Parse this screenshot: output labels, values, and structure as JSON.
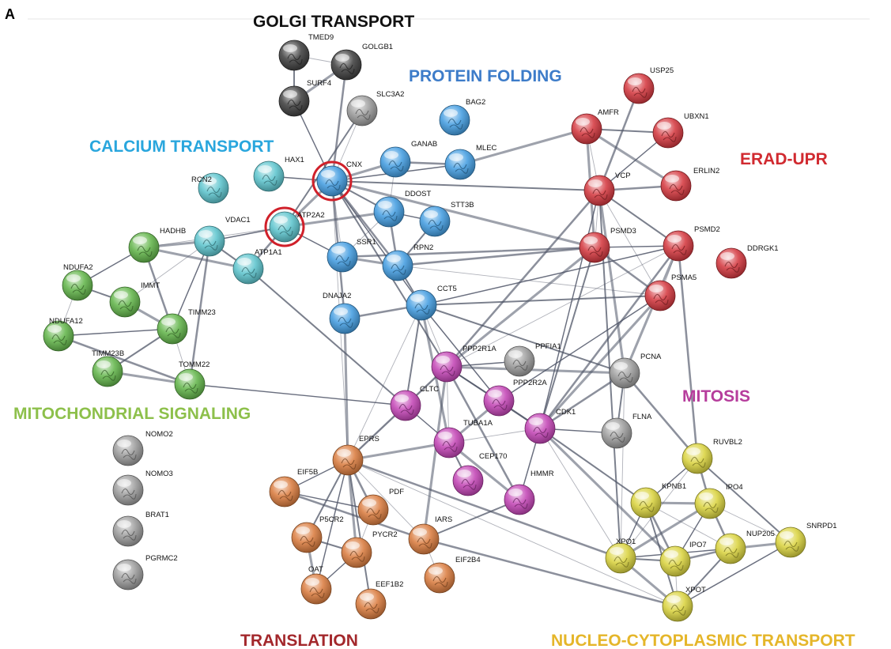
{
  "figure": {
    "panel_letter": "A",
    "groups": [
      {
        "key": "golgi",
        "label": "GOLGI TRANSPORT",
        "color": "#111111"
      },
      {
        "key": "folding",
        "label": "PROTEIN FOLDING",
        "color": "#3d7cc9"
      },
      {
        "key": "calcium",
        "label": "CALCIUM TRANSPORT",
        "color": "#29a6dd"
      },
      {
        "key": "erad",
        "label": "ERAD-UPR",
        "color": "#d12a30"
      },
      {
        "key": "mito",
        "label": "MITOCHONDRIAL SIGNALING",
        "color": "#8dc04b"
      },
      {
        "key": "mitosis",
        "label": "MITOSIS",
        "color": "#b63d9c"
      },
      {
        "key": "translation",
        "label": "TRANSLATION",
        "color": "#a3282c"
      },
      {
        "key": "nucleo",
        "label": "NUCLEO-CYTOPLASMIC TRANSPORT",
        "color": "#e5b62a"
      }
    ],
    "node_colors": {
      "gray": "#9a9a9a",
      "dark": "#3a3a3a",
      "blue": "#3f9be0",
      "cyan": "#59c3cc",
      "red": "#d3333a",
      "green": "#5fb446",
      "magenta": "#c240b4",
      "orange": "#d9793a",
      "yellow": "#d9d23a"
    },
    "nodes": [
      {
        "id": "TMED9",
        "color": "dark"
      },
      {
        "id": "GOLGB1",
        "color": "dark"
      },
      {
        "id": "SURF4",
        "color": "dark"
      },
      {
        "id": "SLC3A2",
        "color": "gray"
      },
      {
        "id": "BAG2",
        "color": "blue"
      },
      {
        "id": "GANAB",
        "color": "blue"
      },
      {
        "id": "MLEC",
        "color": "blue"
      },
      {
        "id": "CNX",
        "color": "blue",
        "highlighted": true
      },
      {
        "id": "HAX1",
        "color": "cyan"
      },
      {
        "id": "RCN2",
        "color": "cyan"
      },
      {
        "id": "DDOST",
        "color": "blue"
      },
      {
        "id": "STT3B",
        "color": "blue"
      },
      {
        "id": "ATP2A2",
        "color": "cyan",
        "highlighted": true
      },
      {
        "id": "VDAC1",
        "color": "cyan"
      },
      {
        "id": "ATP1A1",
        "color": "cyan"
      },
      {
        "id": "SSR1",
        "color": "blue"
      },
      {
        "id": "RPN2",
        "color": "blue"
      },
      {
        "id": "CCT5",
        "color": "blue"
      },
      {
        "id": "DNAJA2",
        "color": "blue"
      },
      {
        "id": "HADHB",
        "color": "green"
      },
      {
        "id": "NDUFA2",
        "color": "green"
      },
      {
        "id": "IMMT",
        "color": "green"
      },
      {
        "id": "NDUFA12",
        "color": "green"
      },
      {
        "id": "TIMM23",
        "color": "green"
      },
      {
        "id": "TIMM23B",
        "color": "green"
      },
      {
        "id": "TOMM22",
        "color": "green"
      },
      {
        "id": "USP25",
        "color": "red"
      },
      {
        "id": "AMFR",
        "color": "red"
      },
      {
        "id": "UBXN1",
        "color": "red"
      },
      {
        "id": "VCP",
        "color": "red"
      },
      {
        "id": "ERLIN2",
        "color": "red"
      },
      {
        "id": "PSMD3",
        "color": "red"
      },
      {
        "id": "PSMD2",
        "color": "red"
      },
      {
        "id": "DDRGK1",
        "color": "red"
      },
      {
        "id": "PSMA5",
        "color": "red"
      },
      {
        "id": "PPP2R1A",
        "color": "magenta"
      },
      {
        "id": "PPFIA1",
        "color": "gray"
      },
      {
        "id": "PCNA",
        "color": "gray"
      },
      {
        "id": "CLTC",
        "color": "magenta"
      },
      {
        "id": "PPP2R2A",
        "color": "magenta"
      },
      {
        "id": "CDK1",
        "color": "magenta"
      },
      {
        "id": "FLNA",
        "color": "gray"
      },
      {
        "id": "TUBA1A",
        "color": "magenta"
      },
      {
        "id": "CEP170",
        "color": "magenta"
      },
      {
        "id": "HMMR",
        "color": "magenta"
      },
      {
        "id": "NOMO2",
        "color": "gray"
      },
      {
        "id": "NOMO3",
        "color": "gray"
      },
      {
        "id": "BRAT1",
        "color": "gray"
      },
      {
        "id": "PGRMC2",
        "color": "gray"
      },
      {
        "id": "EPRS",
        "color": "orange"
      },
      {
        "id": "EIF5B",
        "color": "orange"
      },
      {
        "id": "PDF",
        "color": "orange"
      },
      {
        "id": "P5CR2",
        "color": "orange"
      },
      {
        "id": "PYCR2",
        "color": "orange"
      },
      {
        "id": "IARS",
        "color": "orange"
      },
      {
        "id": "OAT",
        "color": "orange"
      },
      {
        "id": "EEF1B2",
        "color": "orange"
      },
      {
        "id": "EIF2B4",
        "color": "orange"
      },
      {
        "id": "RUVBL2",
        "color": "yellow"
      },
      {
        "id": "KPNB1",
        "color": "yellow"
      },
      {
        "id": "IPO4",
        "color": "yellow"
      },
      {
        "id": "NUP205",
        "color": "yellow"
      },
      {
        "id": "SNRPD1",
        "color": "yellow"
      },
      {
        "id": "XPO1",
        "color": "yellow"
      },
      {
        "id": "IPO7",
        "color": "yellow"
      },
      {
        "id": "XPOT",
        "color": "yellow"
      }
    ],
    "edges": [
      [
        "TMED9",
        "GOLGB1"
      ],
      [
        "TMED9",
        "SURF4"
      ],
      [
        "GOLGB1",
        "SURF4"
      ],
      [
        "SURF4",
        "CNX"
      ],
      [
        "GOLGB1",
        "CNX"
      ],
      [
        "SLC3A2",
        "CNX"
      ],
      [
        "SLC3A2",
        "ATP2A2"
      ],
      [
        "CNX",
        "GANAB"
      ],
      [
        "CNX",
        "MLEC"
      ],
      [
        "GANAB",
        "MLEC"
      ],
      [
        "GANAB",
        "DDOST"
      ],
      [
        "CNX",
        "DDOST"
      ],
      [
        "CNX",
        "ATP2A2"
      ],
      [
        "CNX",
        "HAX1"
      ],
      [
        "CNX",
        "RPN2"
      ],
      [
        "CNX",
        "SSR1"
      ],
      [
        "CNX",
        "VCP"
      ],
      [
        "CNX",
        "PSMD3"
      ],
      [
        "CNX",
        "CCT5"
      ],
      [
        "CNX",
        "DNAJA2"
      ],
      [
        "CNX",
        "EPRS"
      ],
      [
        "CNX",
        "PPP2R1A"
      ],
      [
        "MLEC",
        "AMFR"
      ],
      [
        "DDOST",
        "STT3B"
      ],
      [
        "DDOST",
        "RPN2"
      ],
      [
        "DDOST",
        "SSR1"
      ],
      [
        "STT3B",
        "RPN2"
      ],
      [
        "SSR1",
        "RPN2"
      ],
      [
        "SSR1",
        "ATP2A2"
      ],
      [
        "RPN2",
        "PSMD3"
      ],
      [
        "RPN2",
        "PSMA5"
      ],
      [
        "RPN2",
        "CCT5"
      ],
      [
        "DDOST",
        "ATP2A2"
      ],
      [
        "ATP2A2",
        "VDAC1"
      ],
      [
        "ATP2A2",
        "ATP1A1"
      ],
      [
        "ATP2A2",
        "HADHB"
      ],
      [
        "VDAC1",
        "ATP1A1"
      ],
      [
        "VDAC1",
        "HADHB"
      ],
      [
        "VDAC1",
        "TIMM23"
      ],
      [
        "VDAC1",
        "TOMM22"
      ],
      [
        "VDAC1",
        "IMMT"
      ],
      [
        "ATP1A1",
        "CLTC"
      ],
      [
        "ATP1A1",
        "HADHB"
      ],
      [
        "HADHB",
        "NDUFA2"
      ],
      [
        "HADHB",
        "TIMM23"
      ],
      [
        "NDUFA2",
        "NDUFA12"
      ],
      [
        "NDUFA2",
        "IMMT"
      ],
      [
        "IMMT",
        "TIMM23"
      ],
      [
        "NDUFA12",
        "TIMM23"
      ],
      [
        "NDUFA12",
        "TOMM22"
      ],
      [
        "TIMM23",
        "TOMM22"
      ],
      [
        "TIMM23",
        "TIMM23B"
      ],
      [
        "TIMM23B",
        "TOMM22"
      ],
      [
        "TOMM22",
        "CLTC"
      ],
      [
        "USP25",
        "VCP"
      ],
      [
        "AMFR",
        "VCP"
      ],
      [
        "AMFR",
        "UBXN1"
      ],
      [
        "AMFR",
        "ERLIN2"
      ],
      [
        "UBXN1",
        "VCP"
      ],
      [
        "VCP",
        "ERLIN2"
      ],
      [
        "VCP",
        "PSMD3"
      ],
      [
        "VCP",
        "PSMD2"
      ],
      [
        "VCP",
        "PCNA"
      ],
      [
        "VCP",
        "CDK1"
      ],
      [
        "VCP",
        "PPP2R1A"
      ],
      [
        "VCP",
        "PSMA5"
      ],
      [
        "VCP",
        "XPO1"
      ],
      [
        "AMFR",
        "PSMD3"
      ],
      [
        "PSMD3",
        "PSMD2"
      ],
      [
        "PSMD3",
        "PSMA5"
      ],
      [
        "PSMD2",
        "PSMA5"
      ],
      [
        "PSMD3",
        "CDK1"
      ],
      [
        "PSMD3",
        "PPP2R1A"
      ],
      [
        "PSMD2",
        "CCT5"
      ],
      [
        "PSMD2",
        "CDK1"
      ],
      [
        "PSMD2",
        "PPP2R1A"
      ],
      [
        "PSMA5",
        "CCT5"
      ],
      [
        "PSMA5",
        "CDK1"
      ],
      [
        "PSMA5",
        "PPP2R2A"
      ],
      [
        "PSMD3",
        "SSR1"
      ],
      [
        "CCT5",
        "PPP2R1A"
      ],
      [
        "CCT5",
        "CLTC"
      ],
      [
        "CCT5",
        "TUBA1A"
      ],
      [
        "CCT5",
        "PPP2R2A"
      ],
      [
        "CCT5",
        "DNAJA2"
      ],
      [
        "CCT5",
        "EPRS"
      ],
      [
        "CCT5",
        "PCNA"
      ],
      [
        "DNAJA2",
        "EPRS"
      ],
      [
        "PPP2R1A",
        "PPP2R2A"
      ],
      [
        "PPP2R1A",
        "CLTC"
      ],
      [
        "PPP2R1A",
        "TUBA1A"
      ],
      [
        "PPP2R1A",
        "CDK1"
      ],
      [
        "PPP2R1A",
        "PCNA"
      ],
      [
        "PPP2R1A",
        "PPFIA1"
      ],
      [
        "PPP2R1A",
        "HMMR"
      ],
      [
        "PPP2R1A",
        "EPRS"
      ],
      [
        "PPP2R2A",
        "CDK1"
      ],
      [
        "PPP2R2A",
        "TUBA1A"
      ],
      [
        "CLTC",
        "TUBA1A"
      ],
      [
        "CLTC",
        "EPRS"
      ],
      [
        "TUBA1A",
        "CDK1"
      ],
      [
        "TUBA1A",
        "CEP170"
      ],
      [
        "TUBA1A",
        "HMMR"
      ],
      [
        "CDK1",
        "HMMR"
      ],
      [
        "CDK1",
        "PCNA"
      ],
      [
        "CDK1",
        "XPO1"
      ],
      [
        "CDK1",
        "KPNB1"
      ],
      [
        "CDK1",
        "IPO7"
      ],
      [
        "CDK1",
        "FLNA"
      ],
      [
        "PCNA",
        "RUVBL2"
      ],
      [
        "PCNA",
        "XPO1"
      ],
      [
        "PCNA",
        "FLNA"
      ],
      [
        "PCNA",
        "PSMD2"
      ],
      [
        "EPRS",
        "EIF5B"
      ],
      [
        "EPRS",
        "PDF"
      ],
      [
        "EPRS",
        "IARS"
      ],
      [
        "EPRS",
        "P5CR2"
      ],
      [
        "EPRS",
        "PYCR2"
      ],
      [
        "EPRS",
        "OAT"
      ],
      [
        "EPRS",
        "XPO1"
      ],
      [
        "EPRS",
        "XPOT"
      ],
      [
        "EPRS",
        "EEF1B2"
      ],
      [
        "EPRS",
        "TUBA1A"
      ],
      [
        "EIF5B",
        "PDF"
      ],
      [
        "EIF5B",
        "IARS"
      ],
      [
        "PDF",
        "PYCR2"
      ],
      [
        "P5CR2",
        "PYCR2"
      ],
      [
        "P5CR2",
        "OAT"
      ],
      [
        "PYCR2",
        "OAT"
      ],
      [
        "IARS",
        "XPOT"
      ],
      [
        "IARS",
        "EIF2B4"
      ],
      [
        "IARS",
        "HMMR"
      ],
      [
        "IARS",
        "PPP2R1A"
      ],
      [
        "RUVBL2",
        "KPNB1"
      ],
      [
        "RUVBL2",
        "IPO4"
      ],
      [
        "RUVBL2",
        "XPO1"
      ],
      [
        "RUVBL2",
        "SNRPD1"
      ],
      [
        "KPNB1",
        "IPO4"
      ],
      [
        "KPNB1",
        "XPO1"
      ],
      [
        "KPNB1",
        "IPO7"
      ],
      [
        "KPNB1",
        "NUP205"
      ],
      [
        "KPNB1",
        "XPOT"
      ],
      [
        "IPO4",
        "XPO1"
      ],
      [
        "IPO4",
        "IPO7"
      ],
      [
        "IPO4",
        "NUP205"
      ],
      [
        "IPO4",
        "SNRPD1"
      ],
      [
        "XPO1",
        "IPO7"
      ],
      [
        "XPO1",
        "XPOT"
      ],
      [
        "XPO1",
        "NUP205"
      ],
      [
        "IPO7",
        "NUP205"
      ],
      [
        "IPO7",
        "XPOT"
      ],
      [
        "NUP205",
        "XPOT"
      ],
      [
        "NUP205",
        "SNRPD1"
      ],
      [
        "SNRPD1",
        "XPOT"
      ],
      [
        "PSMD2",
        "RUVBL2"
      ]
    ]
  }
}
